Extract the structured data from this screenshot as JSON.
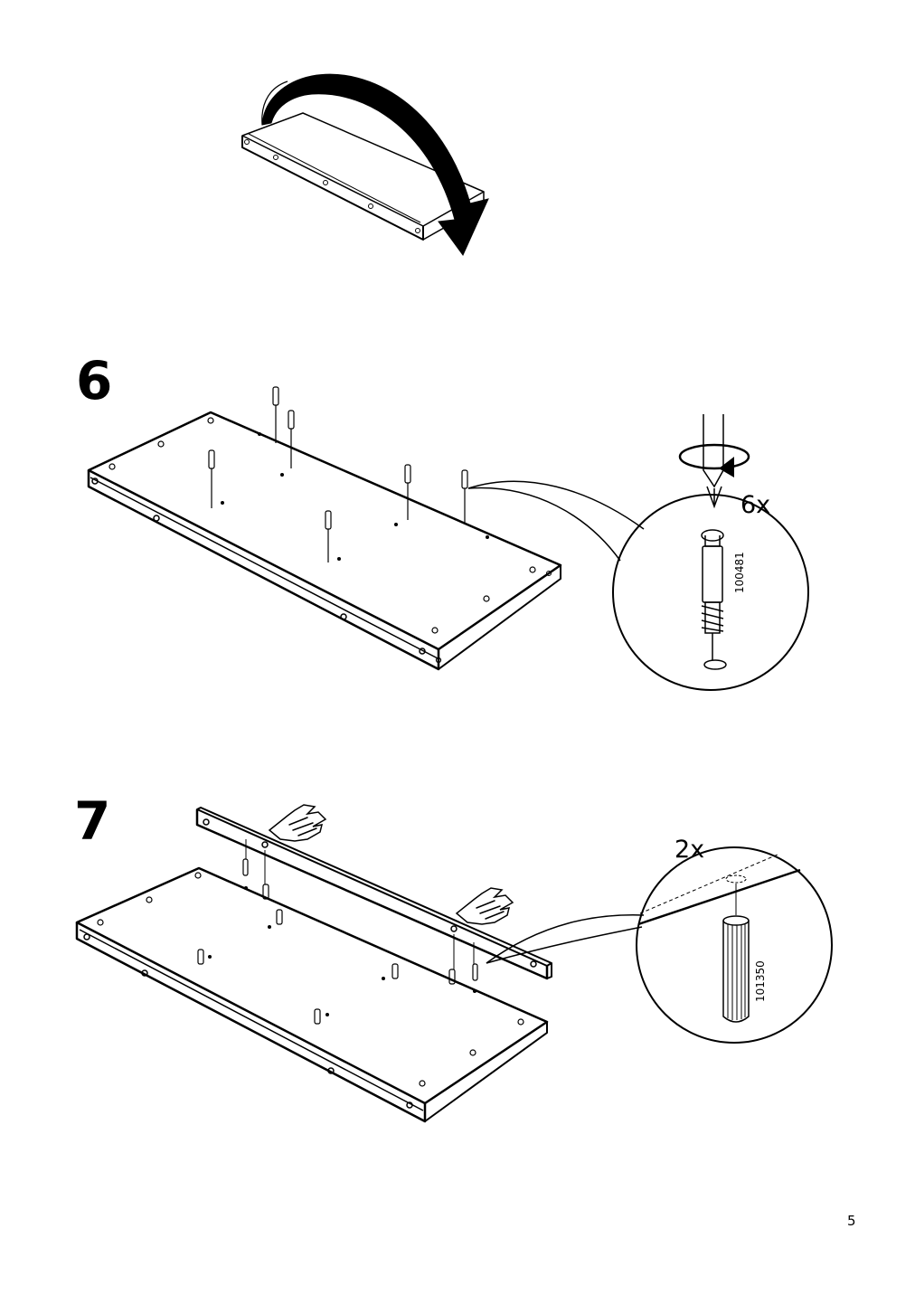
{
  "steps": [
    {
      "number": "6",
      "quantity": "6x",
      "part_number": "100481"
    },
    {
      "number": "7",
      "quantity": "2x",
      "part_number": "101350"
    }
  ],
  "page_number": "5",
  "icons": [
    "flip-arrow-icon",
    "screwdriver-icon",
    "rotation-arrow-icon",
    "cam-bolt-icon",
    "wooden-dowel-icon",
    "hand-press-icon",
    "magnifier-callout-icon"
  ],
  "colors": {
    "ink": "#000000",
    "paper": "#ffffff"
  }
}
